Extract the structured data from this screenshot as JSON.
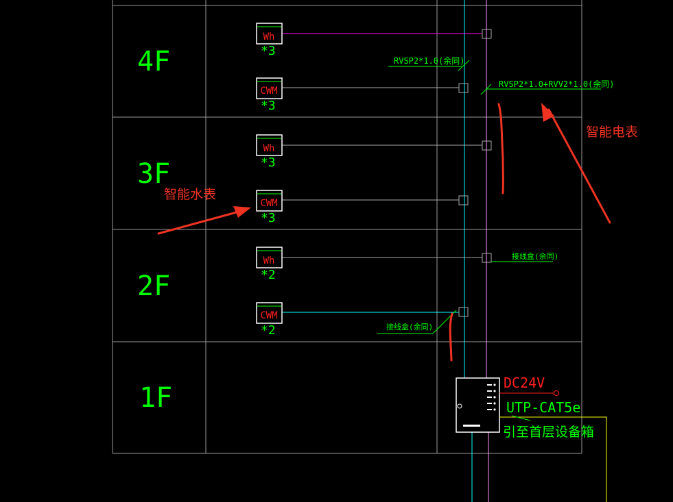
{
  "floors": [
    "4F",
    "3F",
    "2F",
    "1F"
  ],
  "meters": [
    {
      "label": "Wh",
      "count": "*3"
    },
    {
      "label": "CWM",
      "count": "*3"
    },
    {
      "label": "Wh",
      "count": "*3"
    },
    {
      "label": "CWM",
      "count": "*3"
    },
    {
      "label": "Wh",
      "count": "*2"
    },
    {
      "label": "CWM",
      "count": "*2"
    }
  ],
  "annotations": {
    "water_cable": "RVSP2*1.0(余同)",
    "power_cable": "RVSP2*1.0+RVV2*1.0(余同)",
    "junction_box_1": "接线盒(余同)",
    "junction_box_2": "接线盒(余同)",
    "dc": "DC24V",
    "utp": "UTP-CAT5e",
    "to_box": "引至首层设备箱"
  },
  "callouts": {
    "smart_meter": "智能电表",
    "smart_water": "智能水表"
  },
  "colors": {
    "grid": "#9a9a9a",
    "green": "#00ff00",
    "red": "#ff2020",
    "cyan": "#00ffff",
    "magenta": "#ff00ff",
    "yellow": "#ffff00",
    "callout": "#ee3322"
  }
}
